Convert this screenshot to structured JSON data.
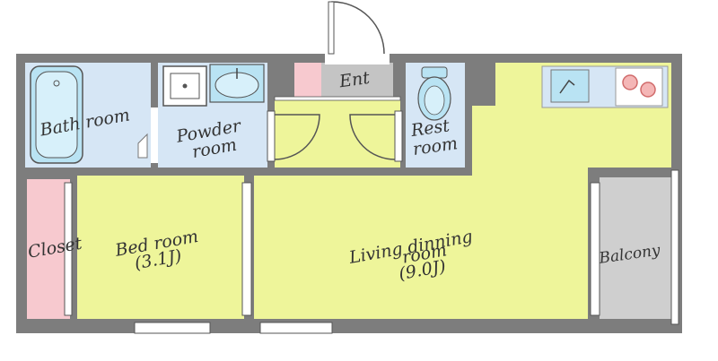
{
  "rooms": {
    "bath": "Bath room",
    "powder": [
      "Powder",
      "room"
    ],
    "entrance": "Ent",
    "restroom": [
      "Rest",
      "room"
    ],
    "closet": "Closet",
    "bedroom": [
      "Bed room",
      "(3.1J)"
    ],
    "living": [
      "Living dinning",
      "room",
      "(9.0J)"
    ],
    "balcony": "Balcony"
  },
  "colors": {
    "wall": "#7d7d7d",
    "living_floor": "#eef59a",
    "wet_area_floor": "#d6e6f5",
    "closet_floor": "#f7c9cf",
    "balcony_floor": "#cfcfcf",
    "fixture_blue": "#b9e3f3"
  }
}
